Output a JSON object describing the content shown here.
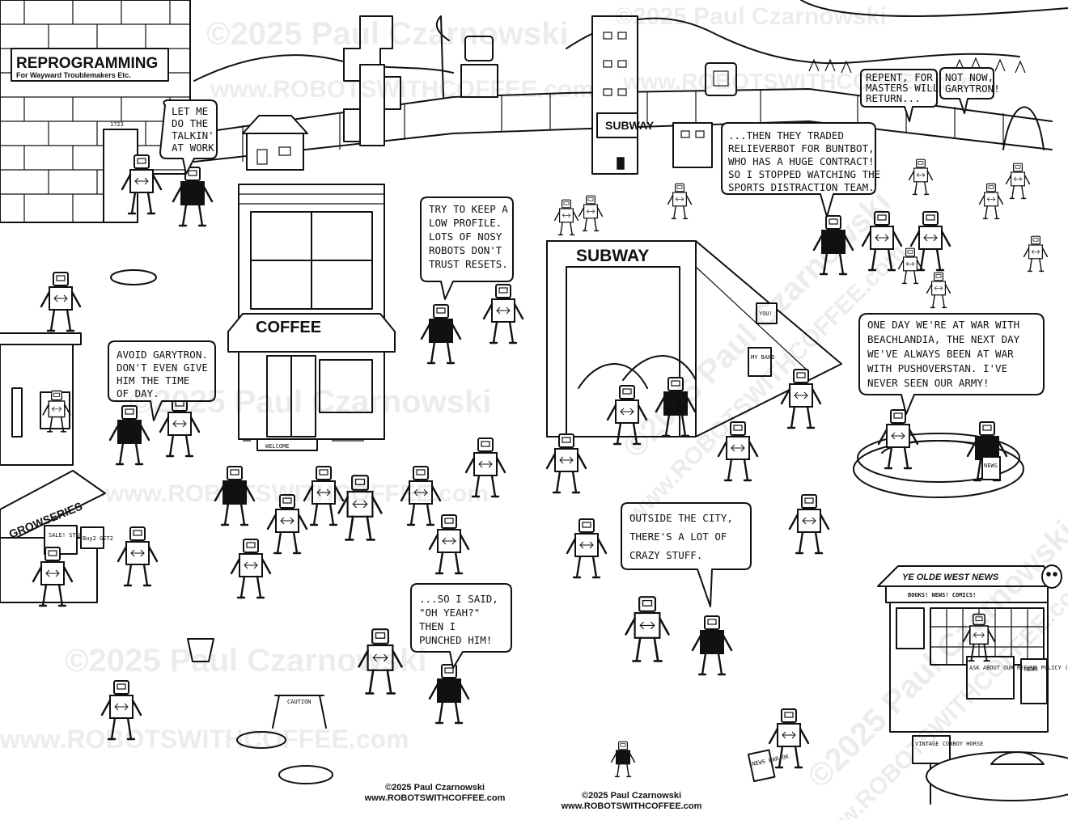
{
  "signs": {
    "reprogramming_title": "REPROGRAMMING",
    "reprogramming_sub": "For Wayward Troublemakers Etc.",
    "door_number": "1723",
    "coffee": "COFFEE",
    "welcome_mat": "WELCOME",
    "subway": "SUBWAY",
    "growseries": "GROWSERIES",
    "sale": "SALE! STUFF",
    "buy2get2": "Buy2 GET2",
    "news_stand": "YE OLDE WEST NEWS",
    "news_banner": "BOOKS! NEWS! COMICS!",
    "refund_policy": "ASK ABOUT OUR REFUND POLICY (IT'S \"NO\")",
    "vintage_horse": "VINTAGE COWBOY HORSE",
    "caution": "CAUTION",
    "you_poster": "YOU!",
    "band_poster": "MY BAND",
    "newspaper": "NEWS WAR OK",
    "newspaper2": "NEWS",
    "news_board": "NEWS"
  },
  "speech": {
    "talkin": [
      "LET ME",
      "DO THE",
      "TALKIN'",
      "AT WORK."
    ],
    "low_profile": [
      "TRY TO KEEP A",
      "LOW PROFILE.",
      "LOTS OF NOSY",
      "ROBOTS DON'T",
      "TRUST RESETS."
    ],
    "garytron": [
      "AVOID GARYTRON.",
      "DON'T EVEN GIVE",
      "HIM THE TIME",
      "OF DAY."
    ],
    "punched": [
      "...SO I SAID,",
      "\"OH YEAH?\"",
      "THEN I",
      "PUNCHED HIM!"
    ],
    "outside_city": [
      "OUTSIDE THE CITY,",
      "THERE'S A LOT OF",
      "CRAZY STUFF."
    ],
    "war": [
      "ONE DAY WE'RE AT WAR WITH",
      "BEACHLANDIA, THE NEXT DAY",
      "WE'VE ALWAYS BEEN AT WAR",
      "WITH PUSHOVERSTAN. I'VE",
      "NEVER SEEN OUR ARMY!"
    ],
    "traded": [
      "...THEN THEY TRADED",
      "RELIEVERBOT FOR BUNTBOT,",
      "WHO HAS A HUGE CONTRACT!",
      "SO I STOPPED WATCHING THE",
      "SPORTS DISTRACTION TEAM."
    ],
    "repent": [
      "REPENT, FOR THE",
      "MASTERS WILL",
      "RETURN..."
    ],
    "not_now": [
      "NOT NOW,",
      "GARYTRON!"
    ]
  },
  "credits": {
    "left_line1": "©2025 Paul Czarnowski",
    "left_line2": "www.ROBOTSWITHCOFFEE.com",
    "right_line1": "©2025 Paul Czarnowski",
    "right_line2": "www.ROBOTSWITHCOFFEE.com"
  },
  "watermark": {
    "copyright": "©2025 Paul Czarnowski",
    "site": "www.ROBOTSWITHCOFFEE.com"
  }
}
